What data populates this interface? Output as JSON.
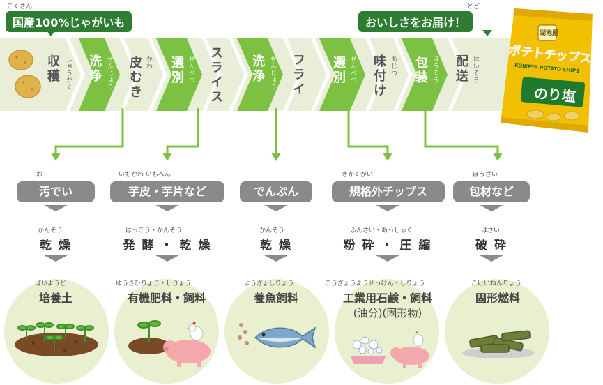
{
  "header": {
    "domestic_label": "国産100%じゃがいも",
    "domestic_ruby": "こくさん",
    "delivery_label": "おいしさをお届け！",
    "delivery_ruby": "とど"
  },
  "steps": [
    {
      "text": "収穫",
      "ruby": "しゅうかく"
    },
    {
      "text": "洗浄",
      "ruby": "せんじょう"
    },
    {
      "text": "皮むき",
      "ruby": "かわ"
    },
    {
      "text": "選別",
      "ruby": "せんべつ"
    },
    {
      "text": "スライス",
      "ruby": ""
    },
    {
      "text": "洗浄",
      "ruby": "せんじょう"
    },
    {
      "text": "フライ",
      "ruby": ""
    },
    {
      "text": "選別",
      "ruby": "せんべつ"
    },
    {
      "text": "味付け",
      "ruby": "あじつ"
    },
    {
      "text": "包装",
      "ruby": "ほうそう"
    },
    {
      "text": "配送",
      "ruby": "はいそう"
    }
  ],
  "product": {
    "brand": "ポテトチップス",
    "sub": "KOIKEYA POTATO CHIPS",
    "flavor": "のり塩",
    "logo": "湖池屋"
  },
  "byproducts": [
    {
      "label": "汚でい",
      "ruby": "お",
      "method": "乾 燥",
      "method_ruby": "かんそう",
      "use": "培養土",
      "use_ruby": "ばいようど",
      "use2": ""
    },
    {
      "label": "芋皮・芋片など",
      "ruby": "いもかわ  いもへん",
      "method": "発 酵 ・ 乾 燥",
      "method_ruby": "はっこう・かんそう",
      "use": "有機肥料・飼料",
      "use_ruby": "ゆうきひりょう・しりょう",
      "use2": ""
    },
    {
      "label": "でんぷん",
      "ruby": "",
      "method": "乾 燥",
      "method_ruby": "かんそう",
      "use": "養魚飼料",
      "use_ruby": "ようぎょしりょう",
      "use2": ""
    },
    {
      "label": "規格外チップス",
      "ruby": "きかくがい",
      "method": "粉 砕 ・ 圧 縮",
      "method_ruby": "ふんさい・あっしゅく",
      "use": "工業用石鹸・飼料",
      "use_ruby": "こうぎょうようせっけん・しりょう",
      "use2": "(油分)(固形物)"
    },
    {
      "label": "包材など",
      "ruby": "ほうざい",
      "method": "破 砕",
      "method_ruby": "はさい",
      "use": "固形燃料",
      "use_ruby": "こけいねんりょう",
      "use2": ""
    }
  ],
  "colors": {
    "band": "#e8eed8",
    "chevron": "#7cc142",
    "arrow": "#7cc142",
    "label_green": "#2e7d32",
    "pill_gray": "#8a8a8a",
    "circle": "#e8f0cf"
  },
  "icons": [
    "potato-icon",
    "seedling-soil-icon",
    "chicken-pig-icon",
    "fish-icon",
    "soap-pig-icon",
    "solid-fuel-icon"
  ]
}
